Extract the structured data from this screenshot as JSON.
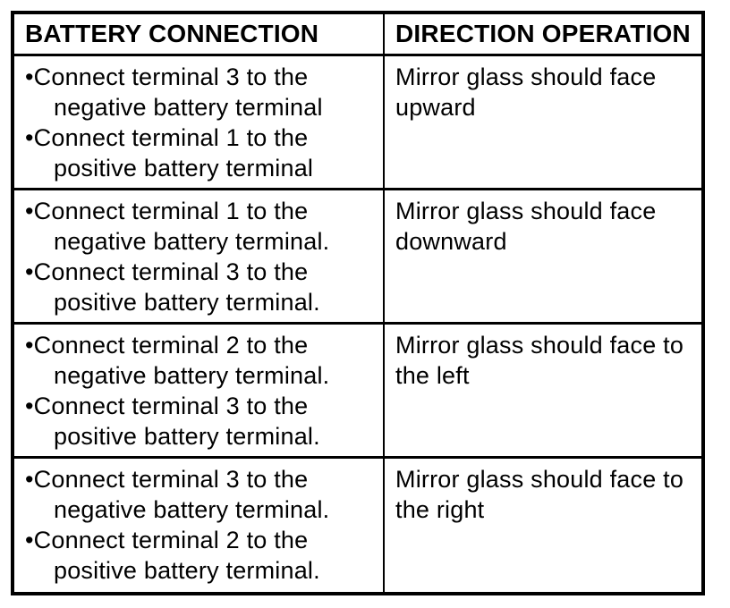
{
  "table": {
    "bullet_char": "•",
    "headers": [
      "BATTERY CONNECTION",
      "DIRECTION OPERATION"
    ],
    "rows": [
      {
        "battery_connection": [
          "Connect terminal 3 to the negative battery terminal",
          "Connect terminal 1 to the positive battery terminal"
        ],
        "direction_operation": "Mirror glass should face upward"
      },
      {
        "battery_connection": [
          "Connect terminal 1 to the negative battery terminal.",
          "Connect terminal 3 to the positive battery terminal."
        ],
        "direction_operation": "Mirror glass should face downward"
      },
      {
        "battery_connection": [
          "Connect terminal 2 to the negative battery terminal.",
          "Connect terminal 3 to the positive battery terminal."
        ],
        "direction_operation": "Mirror glass should face to the left"
      },
      {
        "battery_connection": [
          "Connect terminal 3 to the negative battery terminal.",
          "Connect terminal 2 to the positive battery terminal."
        ],
        "direction_operation": "Mirror glass should face to the right"
      }
    ],
    "colors": {
      "border": "#000000",
      "text": "#000000",
      "background": "#ffffff"
    }
  }
}
